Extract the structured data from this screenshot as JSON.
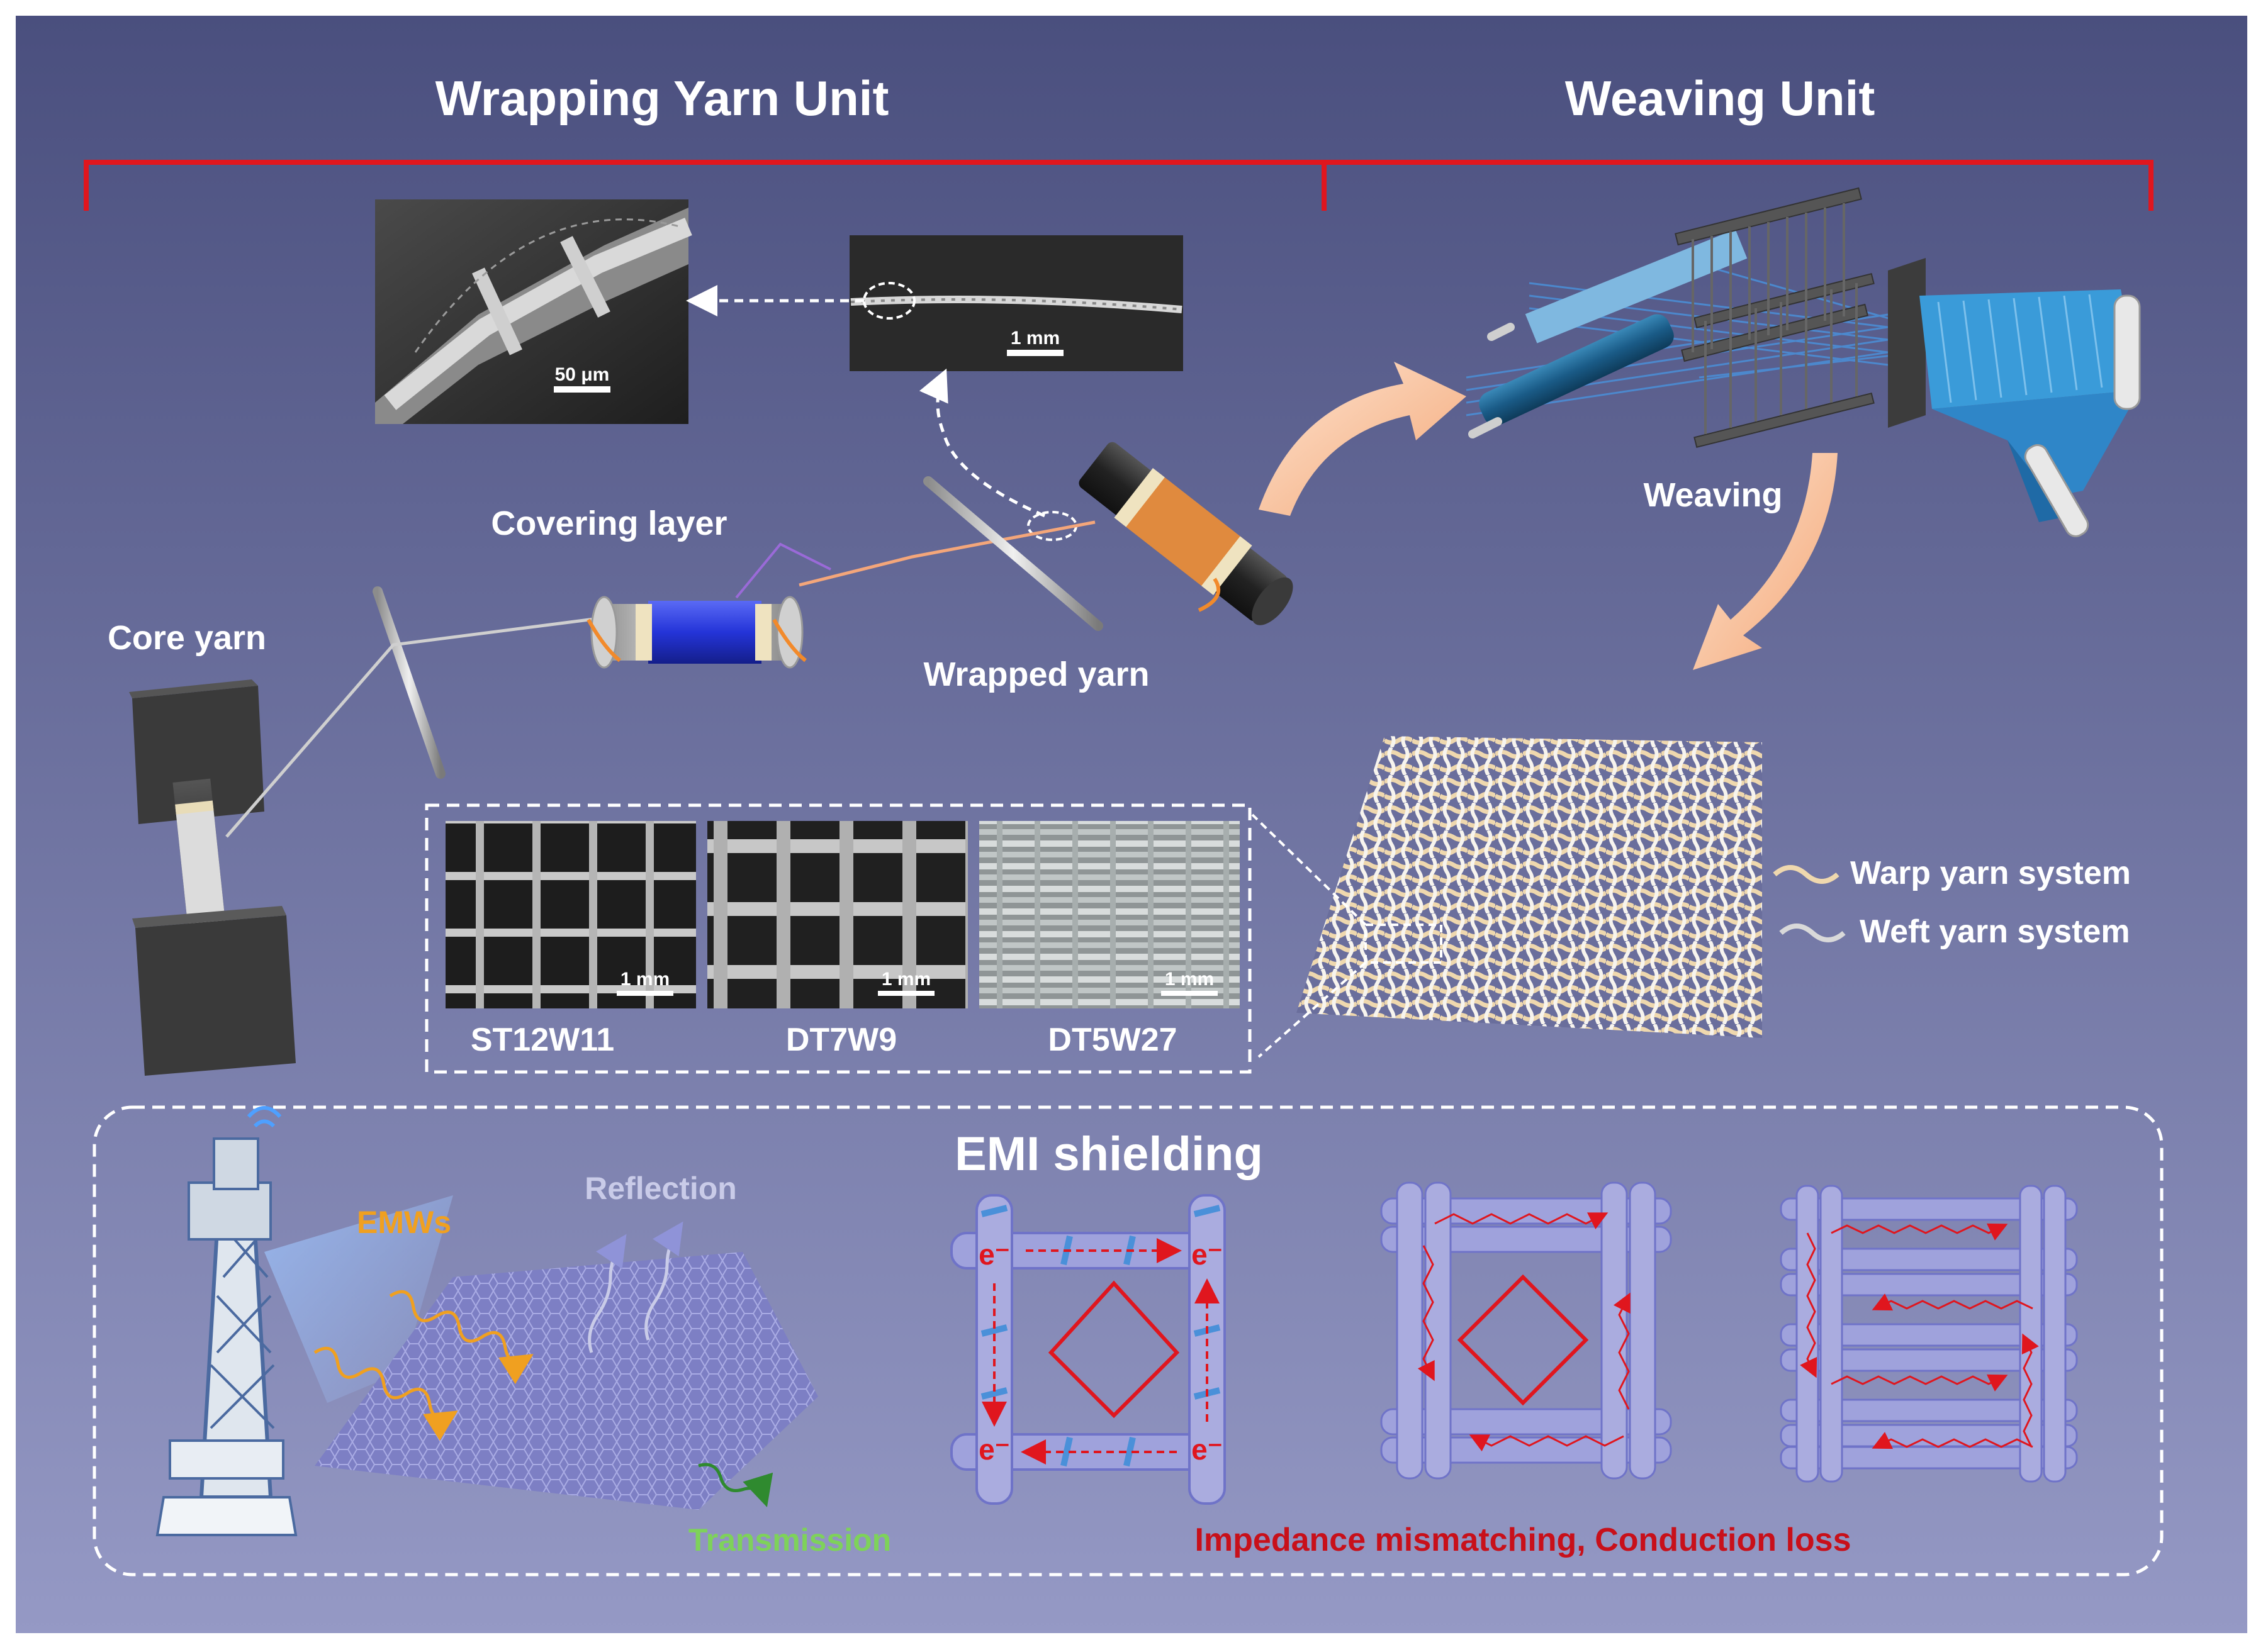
{
  "sections": {
    "wrapping_title": "Wrapping Yarn Unit",
    "weaving_title": "Weaving Unit"
  },
  "wrapping": {
    "core_yarn": "Core yarn",
    "covering_layer": "Covering layer",
    "wrapped_yarn": "Wrapped yarn",
    "sem_scale": "50 μm",
    "optical_scale": "1 mm"
  },
  "weaving": {
    "label": "Weaving",
    "legend": [
      "Warp yarn system",
      "Weft yarn system"
    ]
  },
  "samples": {
    "scale": "1 mm",
    "names": [
      "ST12W11",
      "DT7W9",
      "DT5W27"
    ]
  },
  "emi": {
    "title": "EMI shielding",
    "emws": "EMWs",
    "reflection": "Reflection",
    "transmission": "Transmission",
    "electron": "e⁻",
    "mechanism": "Impedance mismatching, Conduction loss"
  },
  "colors": {
    "bg_top": "#4a4f7e",
    "bg_bottom": "#9599c5",
    "bracket": "#e0161e",
    "label": "#ffffff",
    "emws": "#f0a020",
    "reflection": "#c9cbe8",
    "transmission": "#7ed25a",
    "mechanism": "#c8101a",
    "arrow": "#f6b58c",
    "yarn_blue": "#2f86c8",
    "fabric": "#e9d3a5"
  }
}
